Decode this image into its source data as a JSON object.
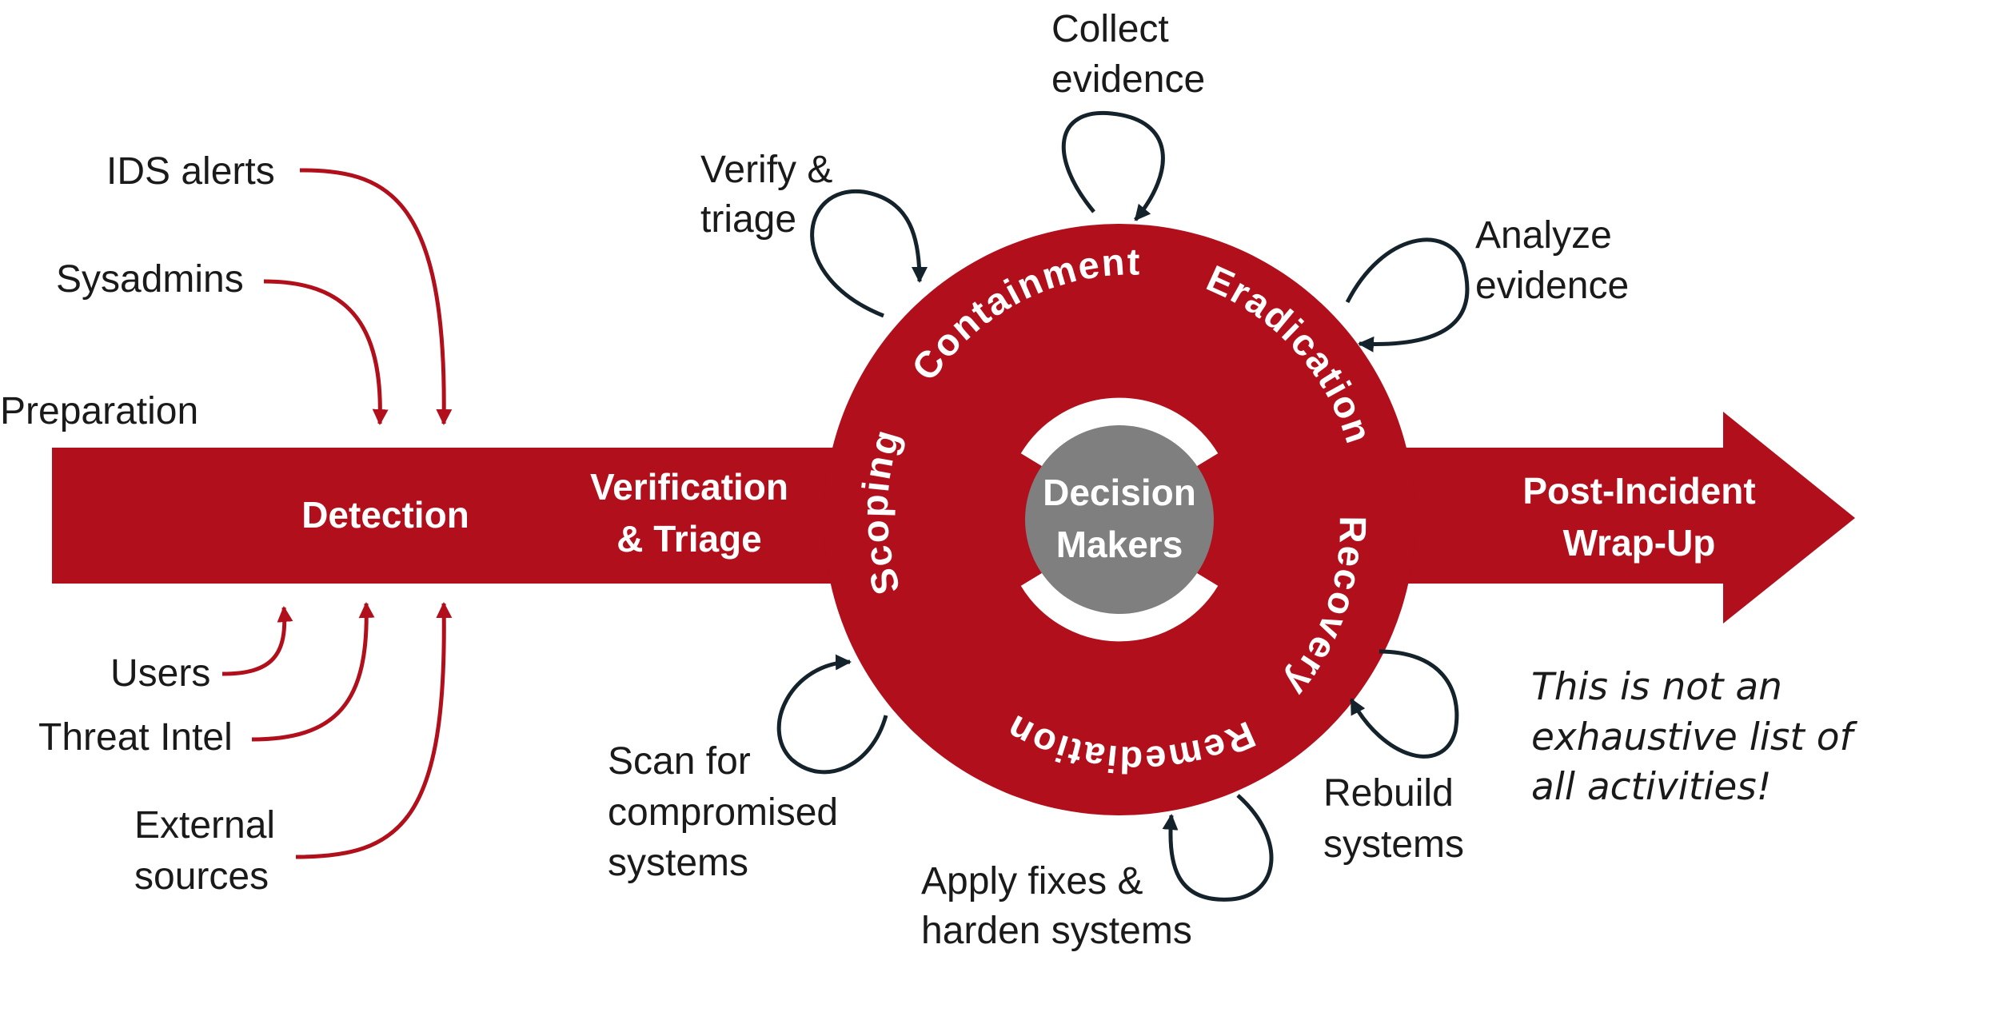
{
  "colors": {
    "primary_red": "#b10f1b",
    "center_gray": "#7f7f7f",
    "loop_stroke": "#14222b"
  },
  "labels": {
    "preparation": "Preparation",
    "detection": "Detection",
    "verification_1": "Verification",
    "verification_2": "& Triage",
    "post_incident_1": "Post-Incident",
    "post_incident_2": "Wrap-Up",
    "decision_1": "Decision",
    "decision_2": "Makers"
  },
  "sources_top": [
    "IDS alerts",
    "Sysadmins"
  ],
  "sources_bottom": {
    "users": "Users",
    "threat_intel": "Threat Intel",
    "external_1": "External",
    "external_2": "sources"
  },
  "ring_phases": [
    "Scoping",
    "Containment",
    "Eradication",
    "Recovery",
    "Remediation"
  ],
  "activities": {
    "verify_1": "Verify &",
    "verify_2": "triage",
    "collect_1": "Collect",
    "collect_2": "evidence",
    "analyze_1": "Analyze",
    "analyze_2": "evidence",
    "scan_1": "Scan for",
    "scan_2": "compromised",
    "scan_3": "systems",
    "apply_1": "Apply fixes &",
    "apply_2": "harden systems",
    "rebuild_1": "Rebuild",
    "rebuild_2": "systems"
  },
  "note": [
    "This is not an",
    "exhaustive list of",
    "all activities!"
  ]
}
